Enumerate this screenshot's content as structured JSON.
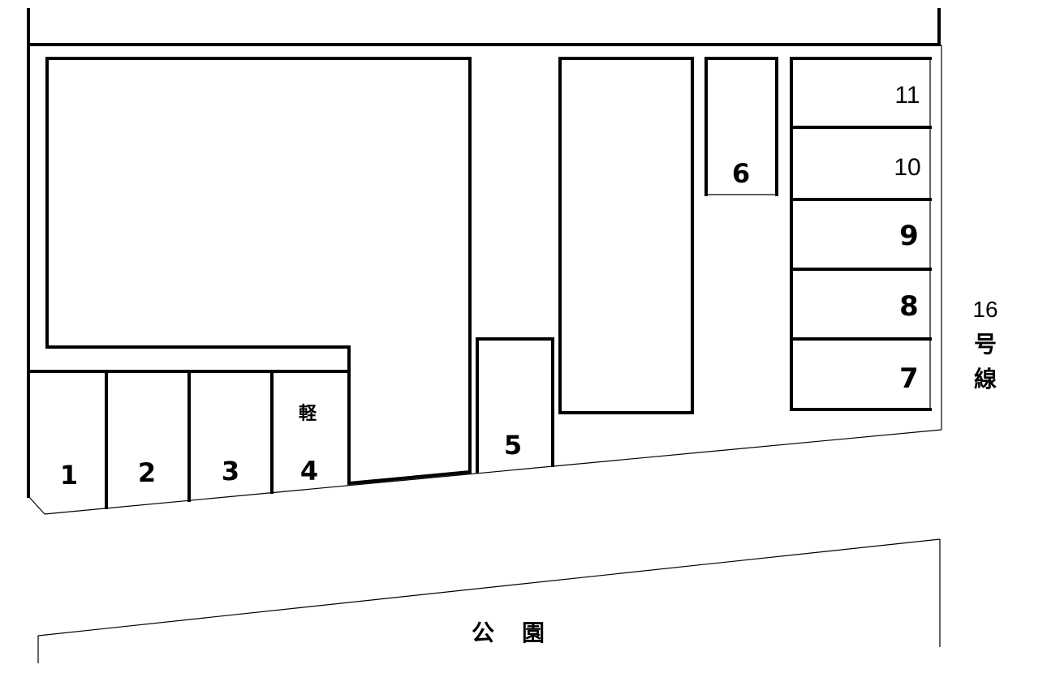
{
  "map": {
    "spaces": [
      {
        "id": "1",
        "label": "1"
      },
      {
        "id": "2",
        "label": "2"
      },
      {
        "id": "3",
        "label": "3"
      },
      {
        "id": "4",
        "label": "4",
        "note": "軽"
      },
      {
        "id": "5",
        "label": "5"
      },
      {
        "id": "6",
        "label": "6"
      },
      {
        "id": "7",
        "label": "7"
      },
      {
        "id": "8",
        "label": "8"
      },
      {
        "id": "9",
        "label": "9"
      },
      {
        "id": "10",
        "label": "10"
      },
      {
        "id": "11",
        "label": "11"
      }
    ],
    "road": {
      "number": "16",
      "char1": "号",
      "char2": "線"
    },
    "park": {
      "char1": "公",
      "char2": "園"
    },
    "colors": {
      "line": "#000000",
      "background": "#ffffff"
    }
  }
}
